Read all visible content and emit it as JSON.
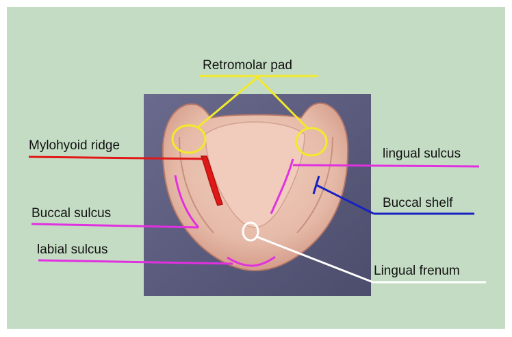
{
  "diagram": {
    "labels": {
      "retromolar_pad": "Retromolar pad",
      "mylohyoid_ridge": "Mylohyoid ridge",
      "lingual_sulcus": "lingual sulcus",
      "buccal_sulcus": "Buccal sulcus",
      "buccal_shelf": "Buccal shelf",
      "labial_sulcus": "labial  sulcus",
      "lingual_frenum": "Lingual frenum"
    },
    "colors": {
      "background": "#c4dcc4",
      "photo_frame": "#5a5a7c",
      "impression": "#e8c0b0",
      "retromolar_pad": "#f2ea2a",
      "mylohyoid_ridge": "#e01818",
      "sulcus": "#e030e0",
      "buccal_shelf": "#1820c0",
      "lingual_frenum": "#ffffff"
    }
  }
}
